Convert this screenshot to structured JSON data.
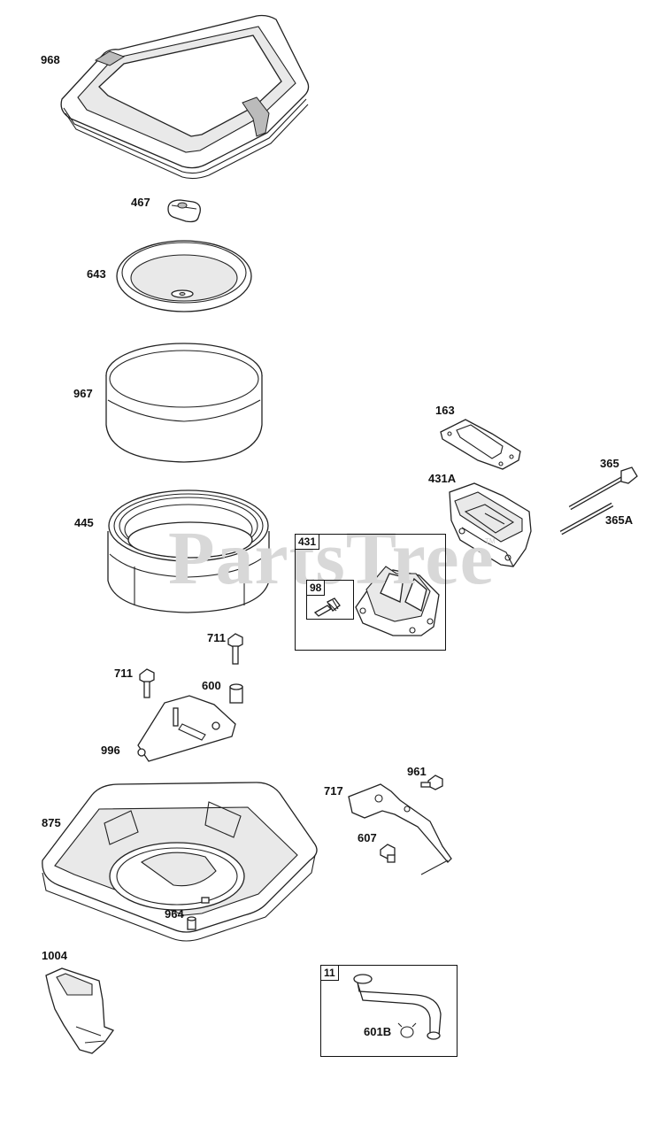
{
  "watermark": {
    "text": "PartsTree",
    "tm": "TM"
  },
  "labels": {
    "p968": "968",
    "p467": "467",
    "p643": "643",
    "p967": "967",
    "p445": "445",
    "p163": "163",
    "p431A": "431A",
    "p365": "365",
    "p365A": "365A",
    "p431": "431",
    "p98": "98",
    "p711a": "711",
    "p711b": "711",
    "p600": "600",
    "p996": "996",
    "p961": "961",
    "p717": "717",
    "p607": "607",
    "p875": "875",
    "p1004": "1004",
    "p964": "964",
    "p11": "11",
    "p601B": "601B"
  }
}
